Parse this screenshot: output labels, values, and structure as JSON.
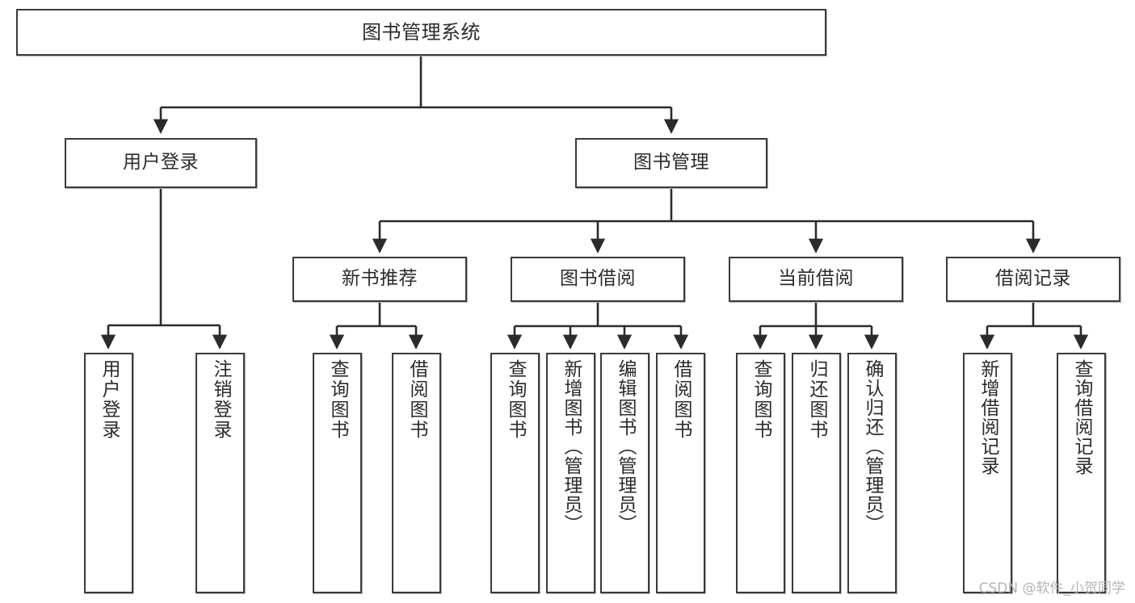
{
  "diagram": {
    "title": "图书管理系统",
    "type": "tree",
    "watermark": "CSDN @软件_小贺同学",
    "colors": {
      "border": "#3a3a3a",
      "text": "#2b2b2b",
      "background": "#ffffff",
      "connector": "#2b2b2b",
      "watermark": "#b4b4b4"
    },
    "root": {
      "label": "图书管理系统"
    },
    "level2": [
      {
        "label": "用户登录"
      },
      {
        "label": "图书管理"
      }
    ],
    "level3": [
      {
        "label": "新书推荐"
      },
      {
        "label": "图书借阅"
      },
      {
        "label": "当前借阅"
      },
      {
        "label": "借阅记录"
      }
    ],
    "leaves": {
      "user_login": [
        {
          "label": "用户登录"
        },
        {
          "label": "注销登录"
        }
      ],
      "new_book_recommend": [
        {
          "label": "查询图书"
        },
        {
          "label": "借阅图书"
        }
      ],
      "book_borrow": [
        {
          "label": "查询图书"
        },
        {
          "label": "新增图书（管理员）"
        },
        {
          "label": "编辑图书（管理员）"
        },
        {
          "label": "借阅图书"
        }
      ],
      "current_borrow": [
        {
          "label": "查询图书"
        },
        {
          "label": "归还图书"
        },
        {
          "label": "确认归还（管理员）"
        }
      ],
      "borrow_record": [
        {
          "label": "新增借阅记录"
        },
        {
          "label": "查询借阅记录"
        }
      ]
    }
  }
}
